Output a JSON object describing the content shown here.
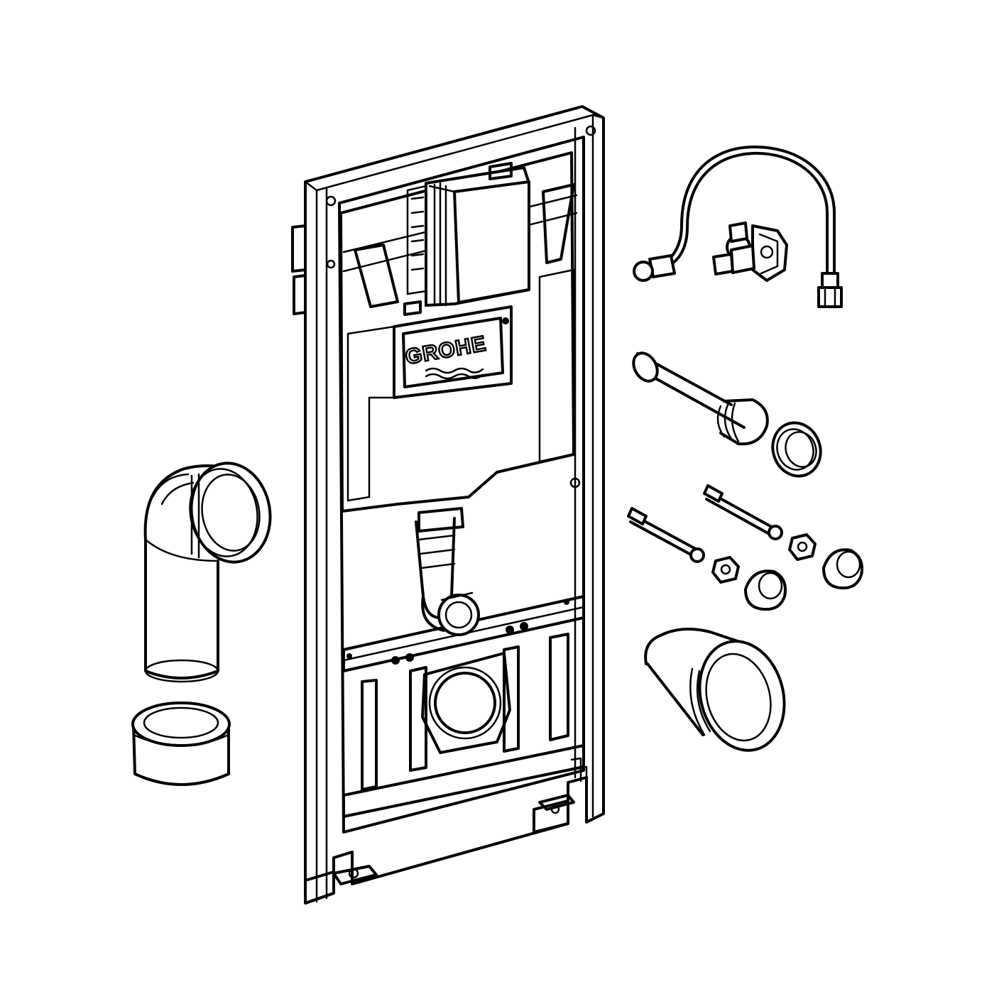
{
  "logo": {
    "brand": "GROHE"
  },
  "colors": {
    "line": "#000000",
    "background": "#ffffff"
  },
  "parts": [
    {
      "name": "mounting-frame",
      "icon": "installation-frame"
    },
    {
      "name": "cistern",
      "icon": "concealed-cistern"
    },
    {
      "name": "supply-hose",
      "icon": "flexible-hose-with-angle-valve"
    },
    {
      "name": "flush-pipe",
      "icon": "connection-pipe"
    },
    {
      "name": "pipe-seal",
      "icon": "seal-ring"
    },
    {
      "name": "anchor-bolts",
      "icon": "threaded-studs"
    },
    {
      "name": "nuts",
      "icon": "hex-nuts"
    },
    {
      "name": "caps",
      "icon": "cover-caps"
    },
    {
      "name": "wc-connector",
      "icon": "wc-connection-sleeve"
    },
    {
      "name": "drain-elbow",
      "icon": "90-degree-elbow"
    },
    {
      "name": "reducer",
      "icon": "pipe-reducer"
    }
  ]
}
